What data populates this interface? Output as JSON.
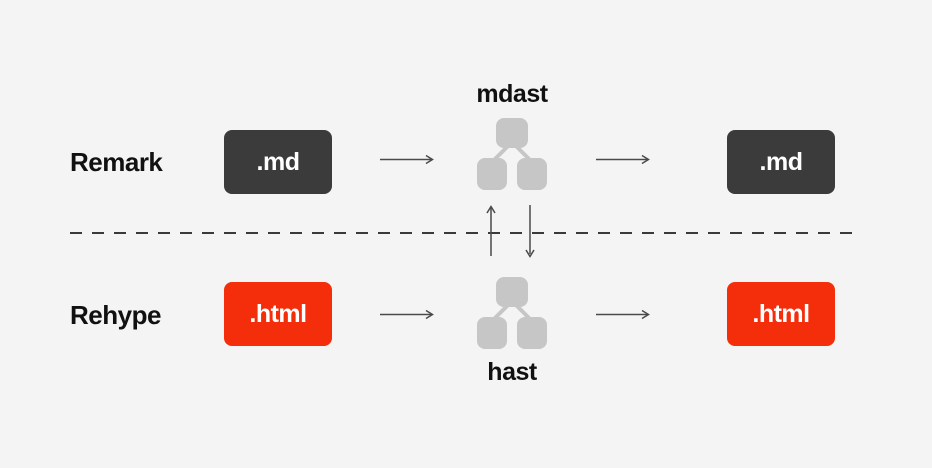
{
  "colors": {
    "background": "#f4f4f4",
    "markdown_box": "#3b3b3b",
    "html_box": "#f42d0a",
    "box_text": "#ffffff",
    "label_text": "#111111",
    "tree_node": "#c6c6c6",
    "arrow": "#4a4a4a",
    "divider": "#3a3a3a"
  },
  "remark_row": {
    "label": "Remark",
    "input_file": ".md",
    "output_file": ".md",
    "ast_label": "mdast"
  },
  "rehype_row": {
    "label": "Rehype",
    "input_file": ".html",
    "output_file": ".html",
    "ast_label": "hast"
  }
}
